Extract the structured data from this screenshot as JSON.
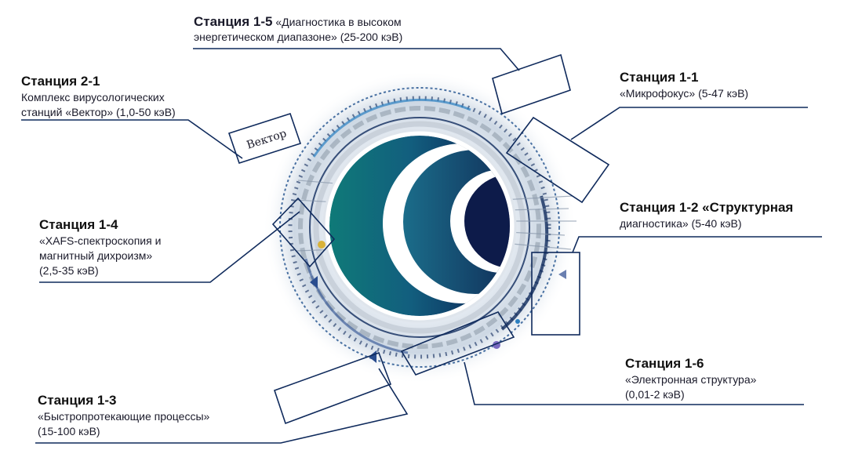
{
  "stations": {
    "s15": {
      "title": "Станция 1-5",
      "line1": "«Диагностика в высоком",
      "line2": "энергетическом диапазоне» (25-200 кэВ)"
    },
    "s21": {
      "title": "Станция 2-1",
      "line1": "Комплекс вирусологических",
      "line2": "станций «Вектор» (1,0-50 кэВ)"
    },
    "s11": {
      "title": "Станция 1-1",
      "line1": "«Микрофокус» (5-47 кэВ)"
    },
    "s12": {
      "title": "Станция 1-2 «Структурная",
      "line1": "диагностика» (5-40 кэВ)"
    },
    "s14": {
      "title": "Станция 1-4",
      "line1": "«XAFS-спектроскопия и",
      "line2": "магнитный дихроизм»",
      "line3": "(2,5-35 кэВ)"
    },
    "s13": {
      "title": "Станция 1-3",
      "line1": "«Быстропротекающие процессы»",
      "line2": "(15-100 кэВ)"
    },
    "s16": {
      "title": "Станция 1-6",
      "line1": "«Электронная структура»",
      "line2": "(0,01-2 кэВ)"
    }
  },
  "vektor_sign": "Вектор",
  "colors": {
    "navy": "#0f2a5c",
    "teal": "#0f7a78",
    "accent_blue": "#1e6fb0",
    "line": "#0f2a5c"
  }
}
